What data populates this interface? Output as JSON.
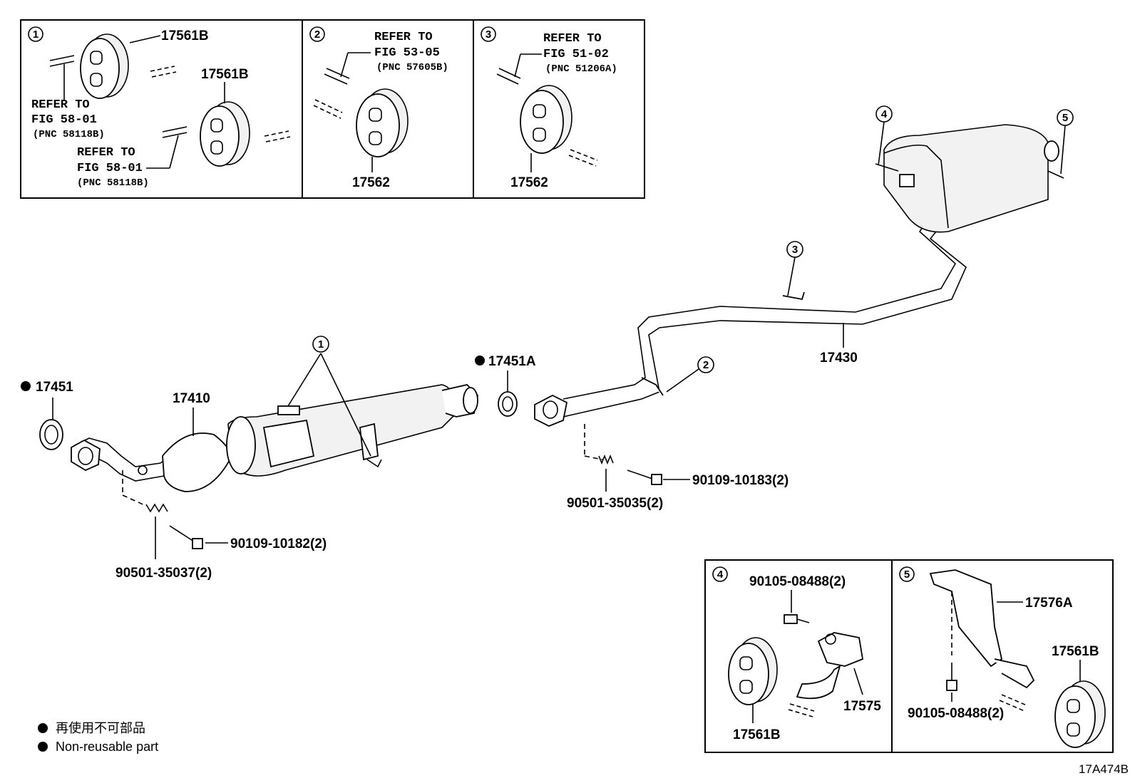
{
  "figure_id": "17A474B",
  "legend": {
    "items": [
      {
        "symbol": "●",
        "text": "再使用不可部品"
      },
      {
        "symbol": "●",
        "text": "Non-reusable part"
      }
    ]
  },
  "detail_boxes": {
    "box1": {
      "callout": "1",
      "part_top": "17561B",
      "part_mid": "17561B",
      "ref_a": {
        "line1": "REFER TO",
        "line2": "FIG 58-01",
        "pnc": "(PNC 58118B)"
      },
      "ref_b": {
        "line1": "REFER TO",
        "line2": "FIG 58-01",
        "pnc": "(PNC 58118B)"
      }
    },
    "box2": {
      "callout": "2",
      "ref": {
        "line1": "REFER TO",
        "line2": "FIG 53-05",
        "pnc": "(PNC 57605B)"
      },
      "part": "17562"
    },
    "box3": {
      "callout": "3",
      "ref": {
        "line1": "REFER TO",
        "line2": "FIG 51-02",
        "pnc": "(PNC 51206A)"
      },
      "part": "17562"
    },
    "box4": {
      "callout": "4",
      "bolt": "90105-08488(2)",
      "bracket": "17575",
      "hanger": "17561B"
    },
    "box5": {
      "callout": "5",
      "bracket": "17576A",
      "bolt": "90105-08488(2)",
      "hanger": "17561B"
    }
  },
  "main": {
    "gasket_front": {
      "marker": "●",
      "label": "17451"
    },
    "front_pipe": {
      "label": "17410"
    },
    "gasket_center": {
      "marker": "●",
      "label": "17451A"
    },
    "center_pipe": {
      "label": "17430"
    },
    "spring_front": {
      "label": "90501-35037(2)"
    },
    "bolt_front": {
      "label": "90109-10182(2)"
    },
    "spring_center": {
      "label": "90501-35035(2)"
    },
    "bolt_center": {
      "label": "90109-10183(2)"
    },
    "callouts": [
      "1",
      "2",
      "3",
      "4",
      "5"
    ]
  }
}
